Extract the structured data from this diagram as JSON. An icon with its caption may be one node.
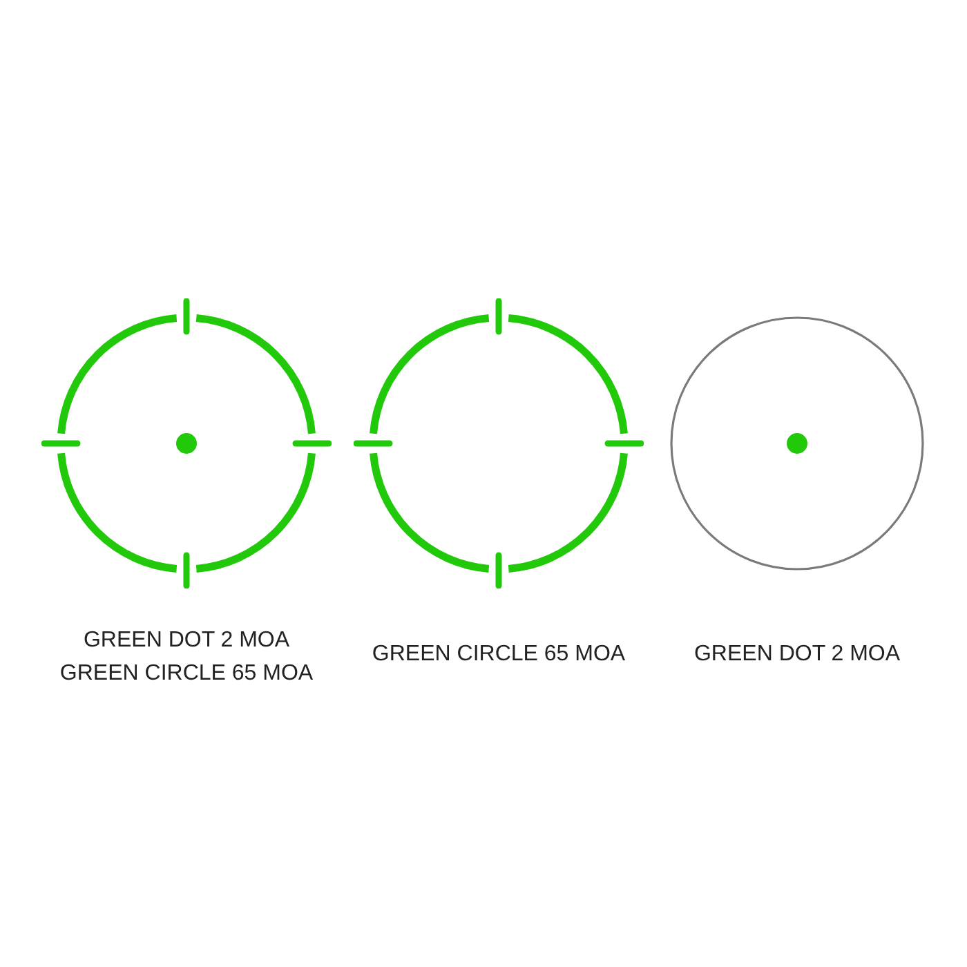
{
  "diagram": {
    "nodes": [
      {
        "text": [],
        "shape": "picture",
        "beside": [
          "GREEN DOT 2 MOA",
          "GREEN CIRCLE 65 MOA"
        ]
      },
      {
        "text": [],
        "shape": "picture",
        "beside": [
          "GREEN CIRCLE 65 MOA"
        ]
      },
      {
        "text": [],
        "shape": "picture",
        "beside": [
          "GREEN DOT 2 MOA"
        ]
      }
    ]
  }
}
